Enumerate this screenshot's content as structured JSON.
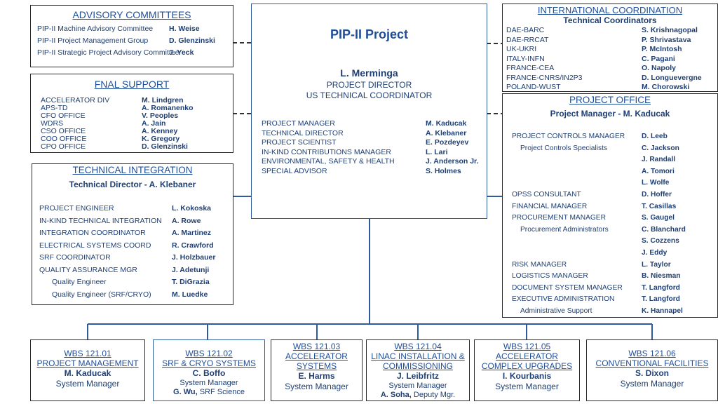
{
  "advisory": {
    "title": "ADVISORY COMMITTEES",
    "rows": [
      {
        "role": "PIP-II Machine Advisory Committee",
        "name": "H. Weise"
      },
      {
        "role": "PIP-II Project Management  Group",
        "name": "D. Glenzinski"
      },
      {
        "role": "PIP-II Strategic Project Advisory Committee",
        "name": "J. Yeck"
      }
    ]
  },
  "fnal": {
    "title": "FNAL SUPPORT",
    "rows": [
      {
        "role": "ACCELERATOR DIV",
        "name": "M. Lindgren"
      },
      {
        "role": "APS-TD",
        "name": "A. Romanenko"
      },
      {
        "role": "CFO OFFICE",
        "name": "V. Peoples"
      },
      {
        "role": "WDRS",
        "name": "A. Jain"
      },
      {
        "role": "CSO OFFICE",
        "name": "A. Kenney"
      },
      {
        "role": "COO OFFICE",
        "name": "K. Gregory"
      },
      {
        "role": "CPO OFFICE",
        "name": "D. Glenzinski"
      }
    ]
  },
  "technical": {
    "title": "TECHNICAL INTEGRATION",
    "subtitle": "Technical Director - A. Klebaner",
    "rows": [
      {
        "role": "PROJECT ENGINEER",
        "name": "L. Kokoska",
        "indent": false
      },
      {
        "role": "IN-KIND TECHNICAL INTEGRATION",
        "name": "A. Rowe",
        "indent": false
      },
      {
        "role": "INTEGRATION COORDINATOR",
        "name": "A. Martinez",
        "indent": false
      },
      {
        "role": "ELECTRICAL SYSTEMS COORD",
        "name": "R. Crawford",
        "indent": false
      },
      {
        "role": "SRF COORDINATOR",
        "name": "J. Holzbauer",
        "indent": false
      },
      {
        "role": "QUALITY ASSURANCE MGR",
        "name": "J. Adetunji",
        "indent": false
      },
      {
        "role": "Quality Engineer",
        "name": "T. DiGrazia",
        "indent": true
      },
      {
        "role": "Quality Engineer  (SRF/CRYO)",
        "name": "M. Luedke",
        "indent": true
      }
    ]
  },
  "center": {
    "title": "PIP-II Project",
    "director_name": "L. Merminga",
    "director_title1": "PROJECT DIRECTOR",
    "director_title2": "US TECHNICAL COORDINATOR",
    "rows": [
      {
        "role": "PROJECT MANAGER",
        "name": "M. Kaducak"
      },
      {
        "role": "TECHNICAL DIRECTOR",
        "name": "A. Klebaner"
      },
      {
        "role": "PROJECT SCIENTIST",
        "name": "E. Pozdeyev"
      },
      {
        "role": "IN-KIND CONTRIBUTIONS MANAGER",
        "name": "L. Lari"
      },
      {
        "role": "ENVIRONMENTAL, SAFETY & HEALTH",
        "name": "J. Anderson Jr."
      },
      {
        "role": "SPECIAL ADVISOR",
        "name": "S. Holmes"
      }
    ]
  },
  "intl": {
    "title": "INTERNATIONAL COORDINATION",
    "subtitle": "Technical Coordinators",
    "rows": [
      {
        "role": "DAE-BARC",
        "name": "S. Krishnagopal"
      },
      {
        "role": "DAE-RRCAT",
        "name": "P. Shrivastava"
      },
      {
        "role": "UK-UKRI",
        "name": "P. McIntosh"
      },
      {
        "role": "ITALY-INFN",
        "name": "C. Pagani"
      },
      {
        "role": "FRANCE-CEA",
        "name": "O. Napoly"
      },
      {
        "role": "FRANCE-CNRS/IN2P3",
        "name": "D. Longuevergne"
      },
      {
        "role": "POLAND-WUST",
        "name": "M. Chorowski"
      }
    ]
  },
  "office": {
    "title": "PROJECT OFFICE",
    "subtitle": "Project Manager -  M. Kaducak",
    "rows": [
      {
        "role": "PROJECT CONTROLS MANAGER",
        "name": "D. Leeb",
        "indent": false
      },
      {
        "role": "Project Controls Specialists",
        "name": "C. Jackson",
        "indent": true
      },
      {
        "role": "",
        "name": "J. Randall",
        "indent": true
      },
      {
        "role": "",
        "name": "A. Tomori",
        "indent": true
      },
      {
        "role": "",
        "name": "L. Wolfe",
        "indent": true
      },
      {
        "role": "OPSS CONSULTANT",
        "name": "D. Hoffer",
        "indent": false
      },
      {
        "role": "FINANCIAL MANAGER",
        "name": "T. Casillas",
        "indent": false
      },
      {
        "role": "PROCUREMENT MANAGER",
        "name": "S. Gaugel",
        "indent": false
      },
      {
        "role": "Procurement Administrators",
        "name": "C. Blanchard",
        "indent": true
      },
      {
        "role": "",
        "name": "S. Cozzens",
        "indent": true
      },
      {
        "role": "",
        "name": "J. Eddy",
        "indent": true
      },
      {
        "role": "RISK MANAGER",
        "name": "L. Taylor",
        "indent": false
      },
      {
        "role": "LOGISTICS MANAGER",
        "name": "B. Niesman",
        "indent": false
      },
      {
        "role": "DOCUMENT SYSTEM MANAGER",
        "name": "T. Langford",
        "indent": false
      },
      {
        "role": "EXECUTIVE ADMINISTRATION",
        "name": "T. Langford",
        "indent": false
      },
      {
        "role": "Administrative Support",
        "name": "K. Hannapel",
        "indent": true
      }
    ]
  },
  "wbs": [
    {
      "code": "WBS 121.01",
      "line1": "PROJECT MANAGEMENT",
      "line2": "",
      "name": "M. Kaducak",
      "role": "System Manager",
      "extra_name": "",
      "extra_role": ""
    },
    {
      "code": "WBS 121.02",
      "line1": "SRF & CRYO SYSTEMS",
      "line2": "",
      "name": "C. Boffo",
      "role": "System Manager",
      "extra_name": "G. Wu,",
      "extra_role": " SRF Science"
    },
    {
      "code": "WBS 121.03",
      "line1": "ACCELERATOR",
      "line2": "SYSTEMS",
      "name": "E. Harms",
      "role": "System Manager",
      "extra_name": "",
      "extra_role": ""
    },
    {
      "code": "WBS 121.04",
      "line1": "LINAC INSTALLATION &",
      "line2": "COMMISSIONING",
      "name": "J. Leibfritz",
      "role": "System Manager",
      "extra_name": "A. Soha,",
      "extra_role": " Deputy Mgr."
    },
    {
      "code": "WBS 121.05",
      "line1": "ACCELERATOR",
      "line2": "COMPLEX UPGRADES",
      "name": "I. Kourbanis",
      "role": "System Manager",
      "extra_name": "",
      "extra_role": ""
    },
    {
      "code": "WBS 121.06",
      "line1": "CONVENTIONAL FACILITIES",
      "line2": "",
      "name": "S. Dixon",
      "role": "System Manager",
      "extra_name": "",
      "extra_role": ""
    }
  ],
  "colors": {
    "line": "#2f5a9e",
    "text": "#1f3f73",
    "title": "#1f4e99"
  }
}
